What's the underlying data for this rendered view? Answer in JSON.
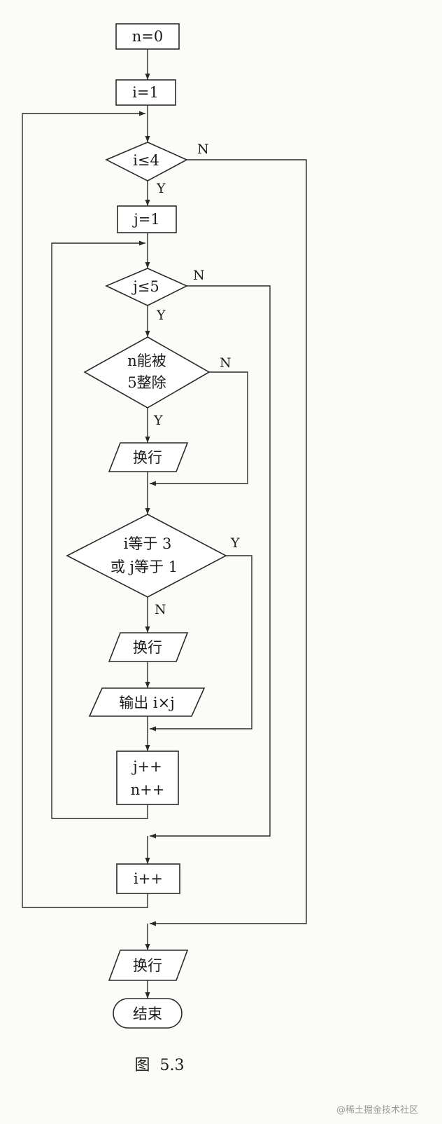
{
  "nodes": {
    "n_init": "n=0",
    "i_init": "i=1",
    "cond_i": "i≤4",
    "j_init": "j=1",
    "cond_j": "j≤5",
    "cond_mod_line1": "n能被",
    "cond_mod_line2": "5整除",
    "newline_1": "换行",
    "cond_ij_line1": "i等于 3",
    "cond_ij_line2": "或 j等于 1",
    "newline_2": "换行",
    "output": "输出 i×j",
    "inc_j": "j++",
    "inc_n": "n++",
    "inc_i": "i++",
    "newline_final": "换行",
    "end": "结束"
  },
  "branch_labels": {
    "cond_i_no": "N",
    "cond_i_yes": "Y",
    "cond_j_no": "N",
    "cond_j_yes": "Y",
    "cond_mod_no": "N",
    "cond_mod_yes": "Y",
    "cond_ij_yes": "Y",
    "cond_ij_no": "N"
  },
  "caption": "图  5.3",
  "watermark": "@稀土掘金技术社区"
}
